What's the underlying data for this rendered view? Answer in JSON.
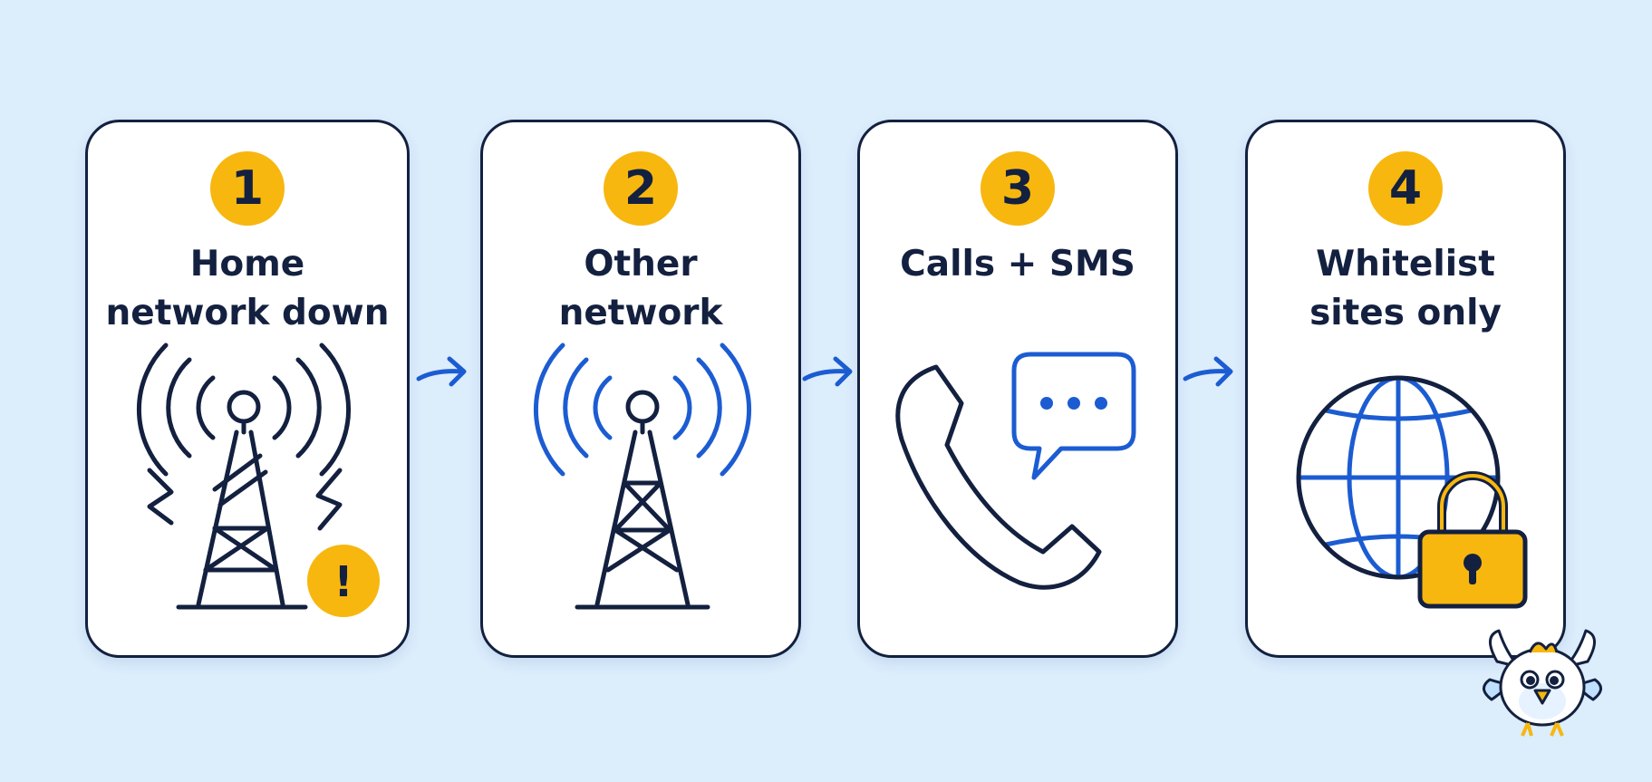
{
  "steps": [
    {
      "number": "1",
      "label": "Home\nnetwork down",
      "icon": "broken-tower-icon"
    },
    {
      "number": "2",
      "label": "Other\nnetwork",
      "icon": "signal-tower-icon"
    },
    {
      "number": "3",
      "label": "Calls + SMS",
      "icon": "phone-chat-icon"
    },
    {
      "number": "4",
      "label": "Whitelist\nsites only",
      "icon": "locked-globe-icon"
    }
  ],
  "alert_symbol": "!",
  "colors": {
    "background": "#dcedfc",
    "outline": "#13203f",
    "accent": "#f7b70f",
    "blue": "#1c5cd2"
  }
}
